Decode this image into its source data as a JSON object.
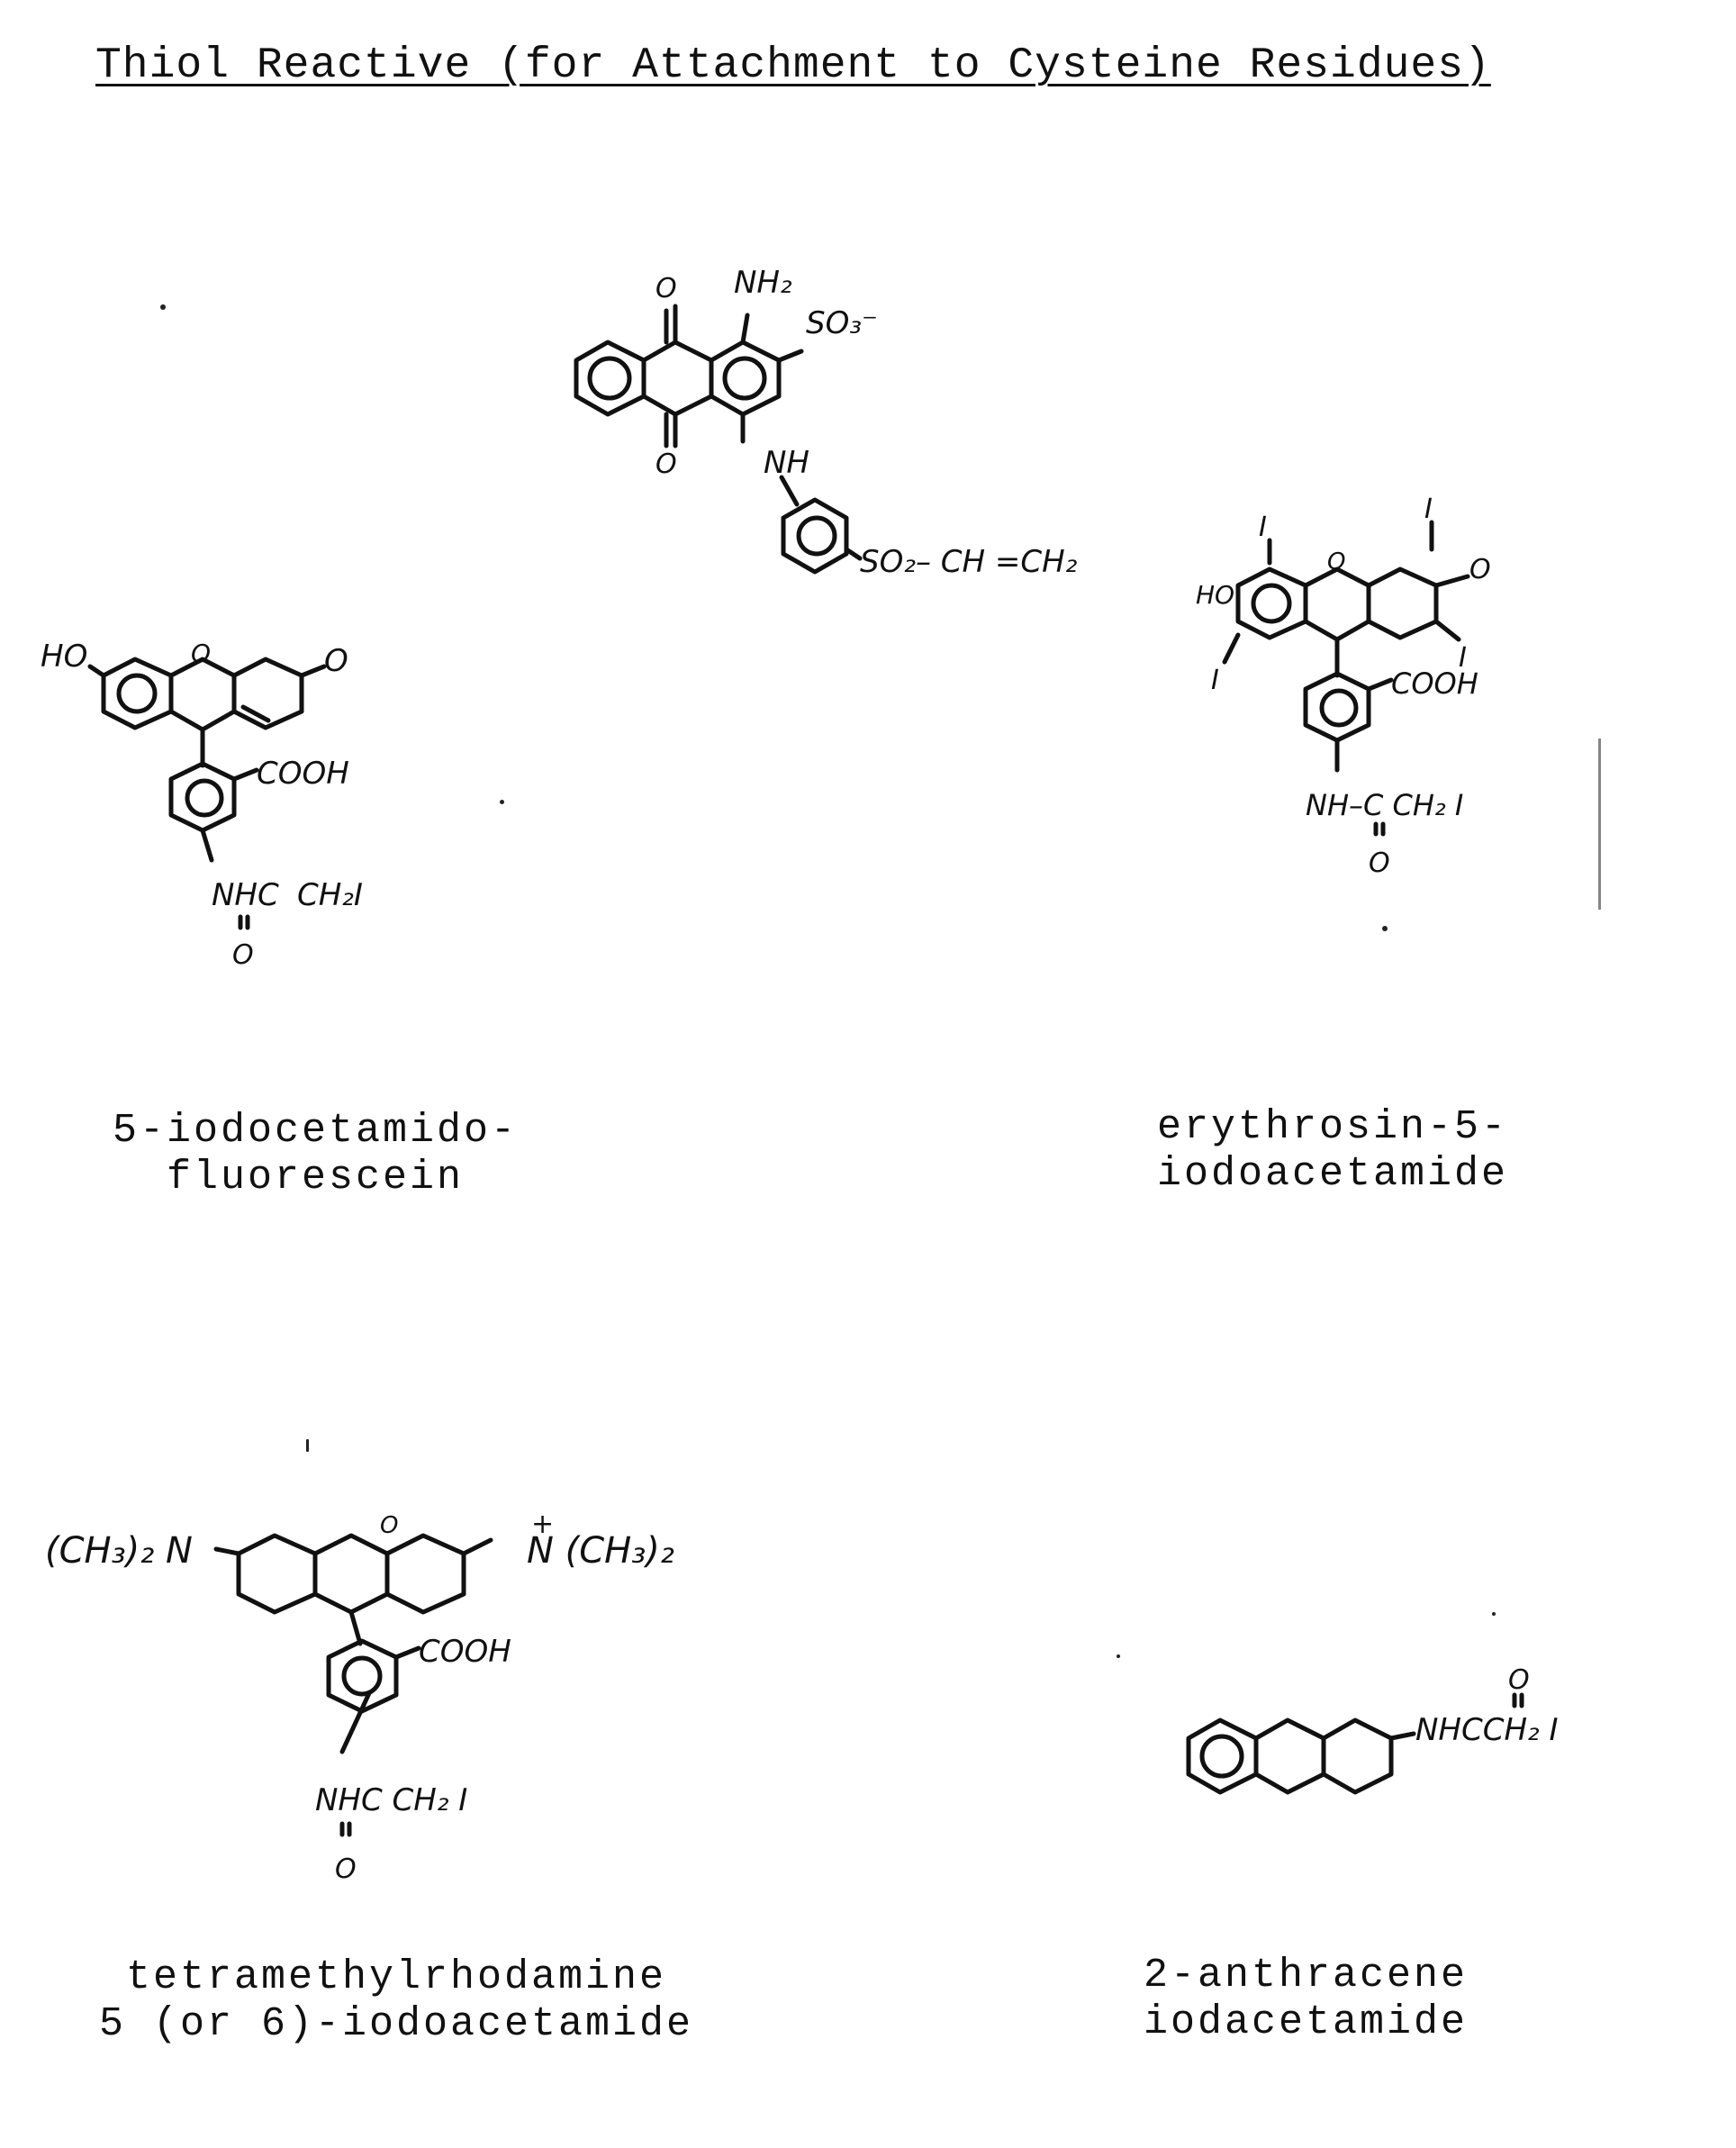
{
  "page": {
    "title": "Thiol Reactive (for Attachment to Cysteine Residues)"
  },
  "compounds": [
    {
      "name_lines": [
        "5-iodocetamido-",
        "fluorescein"
      ],
      "structure_text": {
        "ho": "HO",
        "o_ring": "O",
        "o_keto": "O",
        "cooh": "COOH",
        "nhc": "NHC",
        "ch2i": "CH₂I",
        "o_amide": "O"
      }
    },
    {
      "name_lines": [
        "erythrosin-5-",
        "iodoacetamide"
      ],
      "structure_text": {
        "i1": "I",
        "i2": "I",
        "i3": "I",
        "i4": "I",
        "ho": "HO",
        "o_ring": "O",
        "o_keto": "O",
        "cooh": "COOH",
        "nh": "NH–C CH₂ I",
        "o_amide": "O"
      }
    },
    {
      "name_lines": [
        "tetramethylrhodamine",
        "5 (or 6)-iodoacetamide"
      ],
      "structure_text": {
        "nme2_left": "(CH₃)₂ N",
        "nme2_right": "N (CH₃)₂",
        "plus": "+",
        "o_ring": "O",
        "cooh": "COOH",
        "nhc": "NHC CH₂ I",
        "o_amide": "O"
      }
    },
    {
      "name_lines": [
        "2-anthracene",
        "iodacetamide"
      ],
      "structure_text": {
        "o_top": "O",
        "nhc": "NHCCH₂ I"
      }
    },
    {
      "name_lines": [],
      "structure_text": {
        "nh2": "NH₂",
        "so3": "SO₃⁻",
        "o_top": "O",
        "o_bottom": "O",
        "nh": "NH",
        "so2": "SO₂– CH =CH₂"
      }
    }
  ]
}
